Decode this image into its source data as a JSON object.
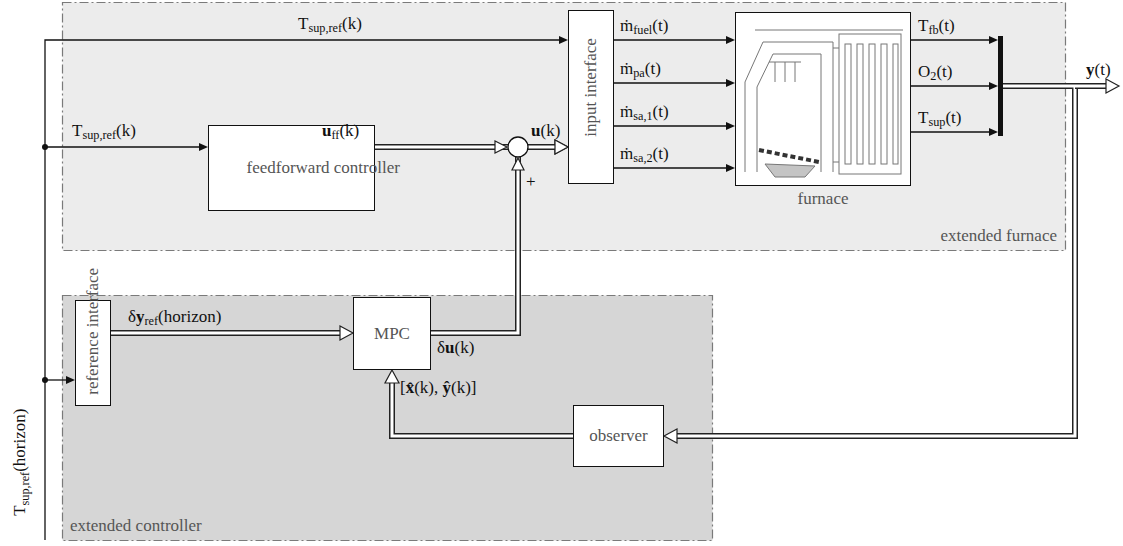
{
  "diagram": {
    "nodes": [
      {
        "text": [
          "extended furnace"
        ]
      },
      {
        "text": [
          "feedforward controller"
        ],
        "in": 0
      },
      {
        "text": [
          "input interface"
        ],
        "in": 0
      },
      {
        "text": [
          "furnace"
        ],
        "in": 0
      },
      {
        "text": [
          "extended controller"
        ]
      },
      {
        "text": [
          "reference interface"
        ],
        "in": 4
      },
      {
        "text": [
          "MPC"
        ],
        "in": 4
      },
      {
        "text": [
          "observer"
        ],
        "in": 4
      }
    ],
    "edges": [
      {
        "from": 1,
        "to": 2,
        "arrow": "to",
        "label": "uff(k)"
      },
      {
        "from": 6,
        "to": 2,
        "arrow": "to",
        "label": "δu(k)"
      },
      {
        "from": 2,
        "to": 3,
        "arrow": "to",
        "label": "ṁfuel(t)"
      },
      {
        "from": 2,
        "to": 3,
        "arrow": "to",
        "label": "ṁpa(t)"
      },
      {
        "from": 2,
        "to": 3,
        "arrow": "to",
        "label": "ṁsa,1(t)"
      },
      {
        "from": 2,
        "to": 3,
        "arrow": "to",
        "label": "ṁsa,2(t)"
      },
      {
        "from": 5,
        "to": 6,
        "arrow": "to",
        "label": "δyref(horizon)"
      },
      {
        "from": 3,
        "to": 7,
        "arrow": "to"
      },
      {
        "from": 7,
        "to": 6,
        "arrow": "to",
        "label": "[x̂(k), ŷ(k)]"
      }
    ],
    "labels": [
      "Tsup,ref(k)",
      "Tsup,ref(k)",
      "u(k)",
      "+",
      "Tfb(t)",
      "O2(t)",
      "Tsup(t)",
      "y(t)",
      "Tsup,ref(horizon)"
    ]
  }
}
